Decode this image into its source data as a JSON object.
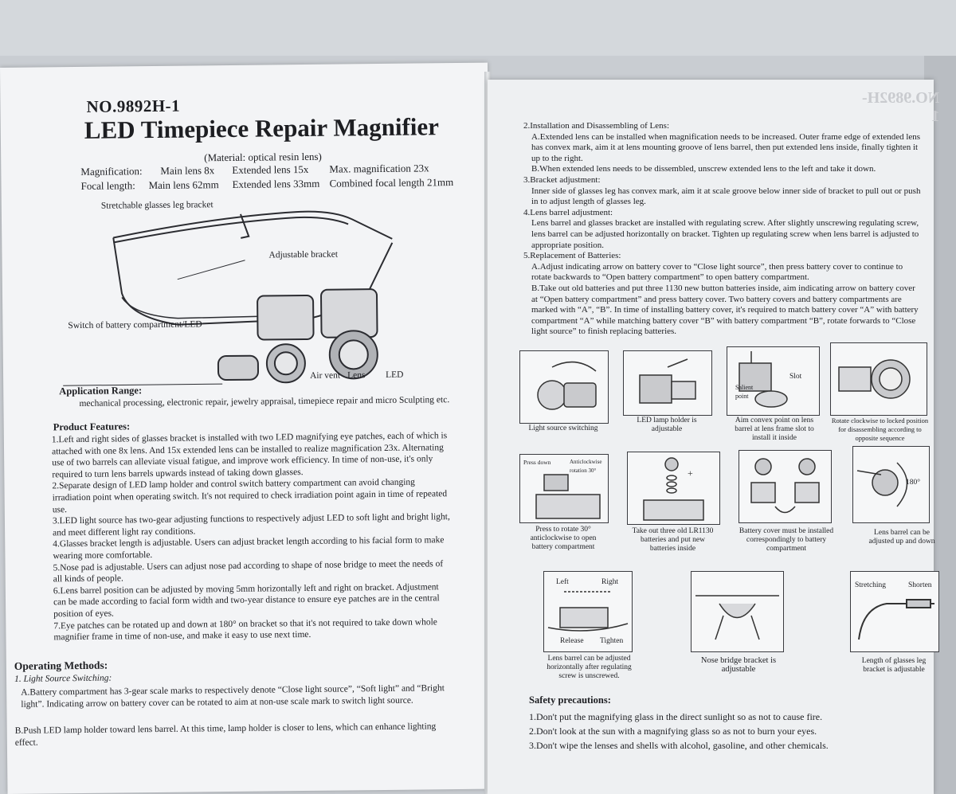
{
  "left": {
    "model": "NO.9892H-1",
    "title": "LED Timepiece Repair Magnifier",
    "material": "(Material: optical resin lens)",
    "specs": {
      "magnification_label": "Magnification:",
      "main_lens_mag": "Main lens 8x",
      "extended_lens_mag": "Extended lens 15x",
      "max_mag": "Max. magnification 23x",
      "focal_label": "Focal length:",
      "main_lens_focal": "Main lens 62mm",
      "extended_lens_focal": "Extended lens 33mm",
      "combined_focal": "Combined focal length 21mm"
    },
    "diagram_labels": {
      "leg": "Stretchable glasses leg bracket",
      "bracket": "Adjustable bracket",
      "switch": "Switch of battery compartment/LED",
      "airvent": "Air vent",
      "lens": "Lens",
      "led": "LED"
    },
    "application_heading": "Application Range:",
    "application_text": "mechanical processing, electronic repair, jewelry appraisal, timepiece repair and micro Sculpting etc.",
    "features_heading": "Product Features:",
    "features": [
      "1.Left and right sides of glasses bracket is installed with two LED magnifying eye patches, each of which is attached with one 8x lens. And 15x extended lens can be installed to realize magnification 23x. Alternating use of two barrels can alleviate visual fatigue, and improve work efficiency. In time of non-use, it's only required to turn lens barrels upwards instead of taking down glasses.",
      "2.Separate design of LED lamp holder and control switch battery compartment can avoid changing irradiation point when operating switch. It's not required to check irradiation point again in time of repeated use.",
      "3.LED light source has two-gear adjusting functions to respectively adjust LED to soft light and bright light, and meet different light ray conditions.",
      "4.Glasses bracket length is adjustable. Users can adjust bracket length according to his facial form to make wearing more comfortable.",
      "5.Nose pad is adjustable. Users can adjust nose pad according to shape of nose bridge to meet the needs of all kinds of people.",
      "6.Lens barrel position can be adjusted by moving 5mm horizontally left and right on bracket. Adjustment can be made according to facial form width and two-year distance to ensure eye patches are in the central position of eyes.",
      "7.Eye patches can be rotated up and down at 180° on bracket so that it's not required to take down whole magnifier frame in time of non-use, and make it easy to use next time."
    ],
    "operating_heading": "Operating Methods:",
    "operating_sub": "1. Light Source Switching:",
    "operating_a": "A.Battery compartment has 3-gear scale marks to respectively denote “Close light source”, “Soft light” and “Bright light”. Indicating arrow on battery cover can be rotated to aim at non-use scale mark to switch light source.",
    "operating_b": "B.Push LED lamp holder toward lens barrel. At this time, lamp holder is closer to lens, which can enhance lighting effect."
  },
  "right": {
    "ghost_title": "NO.9892H-1",
    "sections": [
      {
        "head": "2.Installation and Disassembling of Lens:",
        "lines": [
          "A.Extended lens can be installed when magnification needs to be increased. Outer frame edge of extended lens has convex mark, aim it at lens mounting groove of lens barrel, then put extended lens inside, finally tighten it up to the right.",
          "B.When extended lens needs to be dissembled, unscrew extended lens to the left and take it down."
        ]
      },
      {
        "head": "3.Bracket adjustment:",
        "lines": [
          "Inner side of glasses leg has convex mark, aim it at scale groove below inner side of bracket to pull out or push in to adjust length of glasses leg."
        ]
      },
      {
        "head": "4.Lens barrel adjustment:",
        "lines": [
          "Lens barrel and glasses bracket are installed with regulating screw. After slightly unscrewing regulating screw, lens barrel can be adjusted horizontally on bracket. Tighten up regulating screw when lens barrel is adjusted to appropriate position."
        ]
      },
      {
        "head": "5.Replacement of Batteries:",
        "lines": [
          "A.Adjust indicating arrow on battery cover to “Close light source”, then press battery cover to continue to rotate backwards to “Open battery compartment” to open battery compartment.",
          "B.Take out old batteries and put three 1130 new button batteries inside, aim indicating arrow on battery cover at “Open battery compartment” and press battery cover. Two battery covers and battery compartments are marked with “A”, “B”. In time of installing battery cover, it's required to match battery cover “A” with battery compartment “A” while matching battery cover “B” with battery compartment “B”, rotate forwards to “Close light source” to finish replacing batteries."
        ]
      }
    ],
    "figures": [
      {
        "caption": "Light source switching"
      },
      {
        "caption": "LED lamp holder is adjustable"
      },
      {
        "caption": "Aim convex point on lens barrel at lens frame slot to install it inside",
        "inner": [
          "Slot",
          "Salient point"
        ]
      },
      {
        "caption": "Rotate clockwise to locked position for disassembling according to opposite sequence"
      },
      {
        "caption": "Press to rotate 30° anticlockwise to open battery compartment",
        "inner": [
          "Press down",
          "Anticlockwise rotation 30°"
        ]
      },
      {
        "caption": "Take out three old LR1130 batteries and put new batteries inside"
      },
      {
        "caption": "Battery cover must be installed correspondingly to battery compartment"
      },
      {
        "caption": "Lens barrel can be adjusted up and down",
        "inner": [
          "180°"
        ]
      },
      {
        "caption": "Lens barrel can be adjusted horizontally after regulating screw is unscrewed.",
        "inner": [
          "Left",
          "Right",
          "Release",
          "Tighten"
        ]
      },
      {
        "caption": "Nose bridge bracket is adjustable"
      },
      {
        "caption": "Length of glasses leg bracket is adjustable",
        "inner": [
          "Stretching",
          "Shorten"
        ]
      }
    ],
    "safety_heading": "Safety precautions:",
    "safety": [
      "1.Don't put the magnifying glass in the direct sunlight so as not to cause fire.",
      "2.Don't look at the sun with a magnifying glass so as not to burn your eyes.",
      "3.Don't wipe the lenses and shells with alcohol, gasoline, and other chemicals."
    ]
  }
}
